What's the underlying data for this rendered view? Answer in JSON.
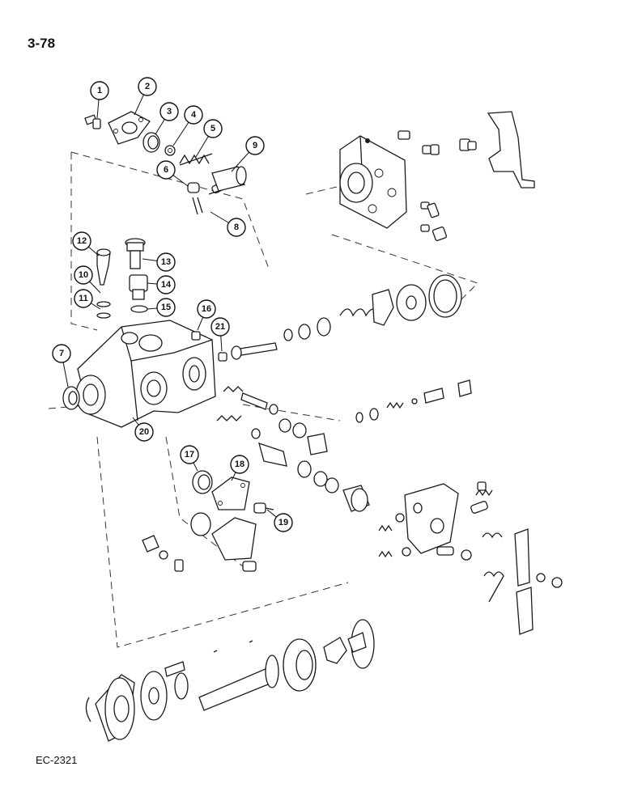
{
  "page_number": "3-78",
  "doc_code": "EC-2321",
  "callouts": [
    "1",
    "2",
    "3",
    "4",
    "5",
    "6",
    "7",
    "8",
    "9",
    "10",
    "11",
    "12",
    "13",
    "14",
    "15",
    "16",
    "17",
    "18",
    "19",
    "20",
    "21"
  ]
}
